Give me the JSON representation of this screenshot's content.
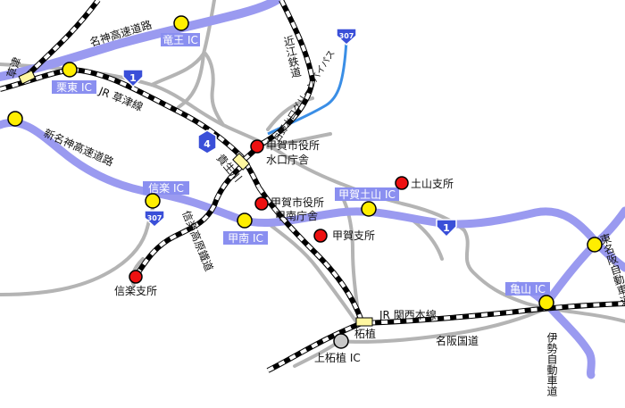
{
  "labels": {
    "meishin": "名神高速道路",
    "shinmeishin": "新名神高速道路",
    "jr_kusatsu": "JR 草津線",
    "omi_railway": "近江鉄道",
    "hino_bypass": "日野水口グリーンバイパス",
    "kibuka": "貴生川",
    "shigaraki_rail": "信楽高原鐵道",
    "jr_kansai": "JR 関西本線",
    "meihan": "名阪国道",
    "higashimeihan": "東名阪自動車道",
    "isewan": "伊勢自動車道",
    "kusatsu_station": "草津",
    "tsuge_station": "柘植"
  },
  "ics": {
    "ryuo": "竜王 IC",
    "ritto": "栗東 IC",
    "shigaraki": "信楽 IC",
    "koka_tsuchiyama": "甲賀土山 IC",
    "konan": "甲南 IC",
    "kameyama": "亀山 IC",
    "kamitsuge": "上柘植 IC"
  },
  "offices": {
    "minakuchi": "甲賀市役所\n水口庁舎",
    "minakuchi_l1": "甲賀市役所",
    "minakuchi_l2": "水口庁舎",
    "konan_l1": "甲賀市役所",
    "konan_l2": "甲南庁舎",
    "tsuchiyama": "土山支所",
    "koka": "甲賀支所",
    "shigaraki": "信楽支所"
  },
  "shields": {
    "r1_a": "1",
    "r1_b": "1",
    "r4": "4",
    "r307_a": "307",
    "r307_b": "307"
  },
  "colors": {
    "expressway": "#9a9af0",
    "road": "#b4b4b4",
    "bypass": "#3a8ee6",
    "rail": "#000000",
    "ic_marker": "#ffee00",
    "office_marker": "#ee1111",
    "station_fill": "#fff7a0",
    "kamitsuge_marker": "#c8c8c8",
    "ic_label_bg": "#8a8ff0"
  }
}
